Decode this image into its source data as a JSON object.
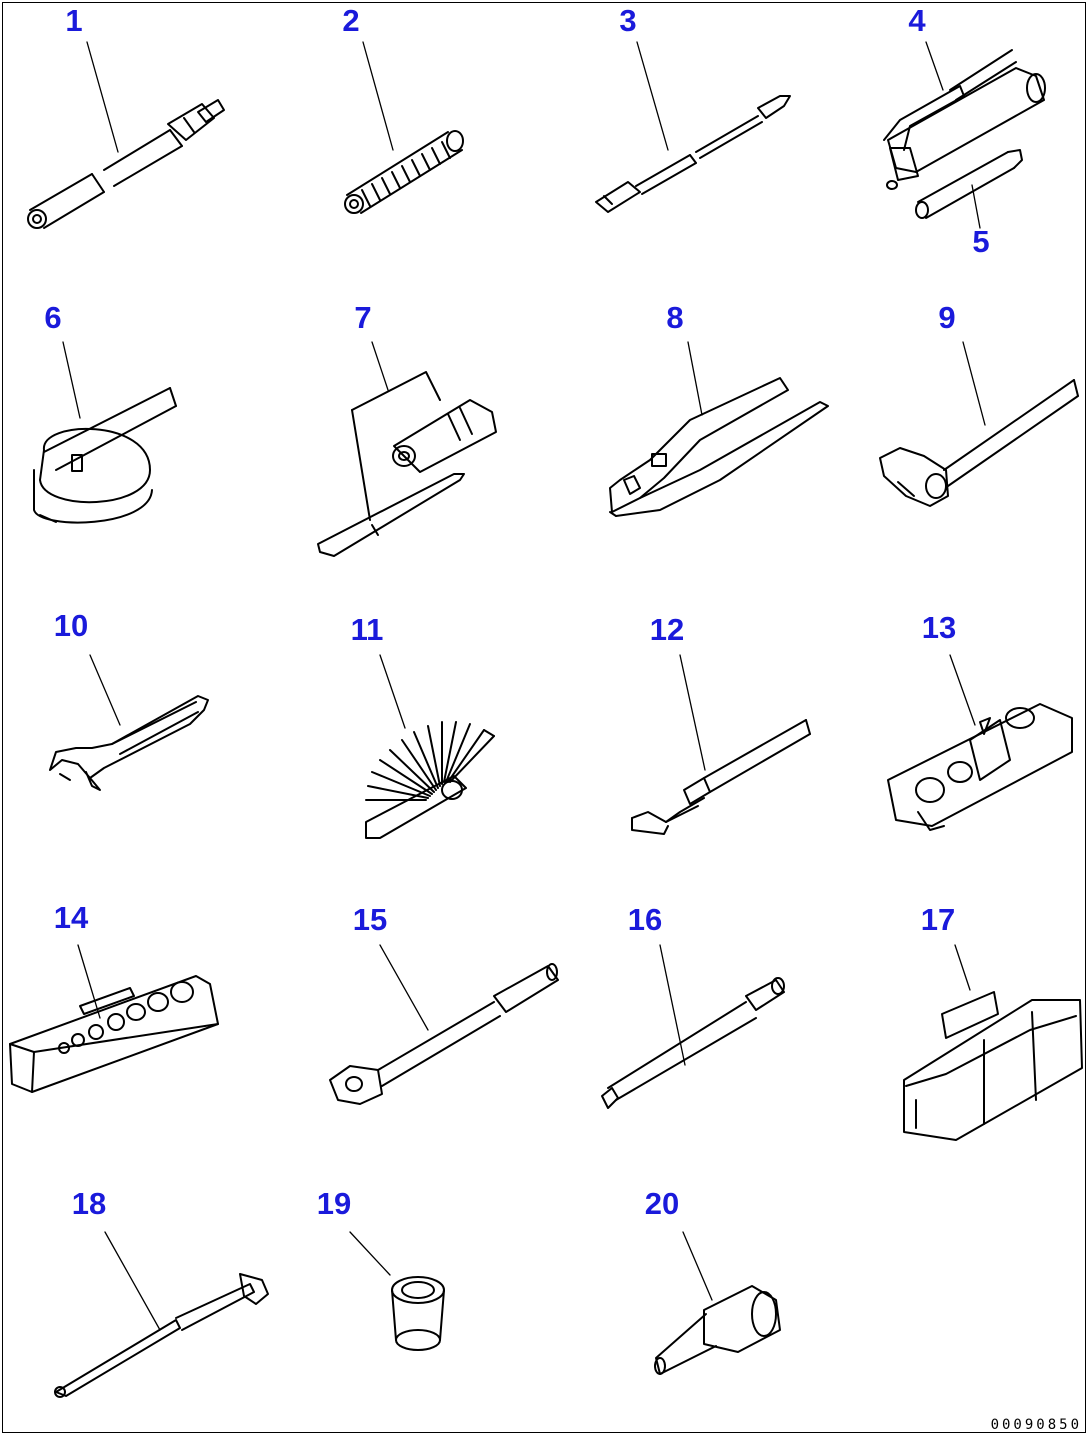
{
  "labels": [
    "1",
    "2",
    "3",
    "4",
    "5",
    "6",
    "7",
    "8",
    "9",
    "10",
    "11",
    "12",
    "13",
    "14",
    "15",
    "16",
    "17",
    "18",
    "19",
    "20"
  ],
  "document_id": "00090850",
  "colors": {
    "callout": "#1a1adb",
    "line": "#000000"
  }
}
